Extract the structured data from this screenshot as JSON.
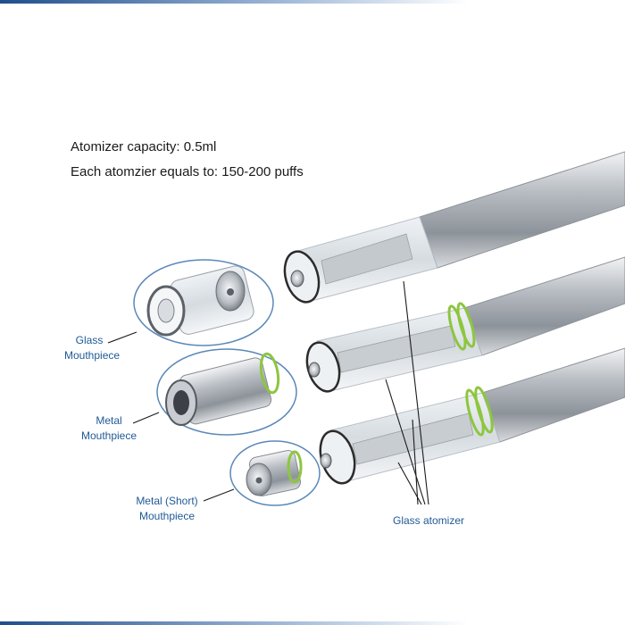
{
  "info": {
    "capacity": "Atomizer capacity: 0.5ml",
    "puffs": "Each atomzier equals to: 150-200 puffs"
  },
  "labels": {
    "glass_mouthpiece": [
      "Glass",
      "Mouthpiece"
    ],
    "metal_mouthpiece": [
      "Metal",
      "Mouthpiece"
    ],
    "metal_short_mouthpiece": [
      "Metal (Short)",
      "Mouthpiece"
    ],
    "glass_atomizer": "Glass atomizer"
  },
  "colors": {
    "label_blue": "#1f5a96",
    "ellipse_blue": "#5b88b8",
    "seal_green": "#8dc63f",
    "steel": "#b9bdc2"
  }
}
